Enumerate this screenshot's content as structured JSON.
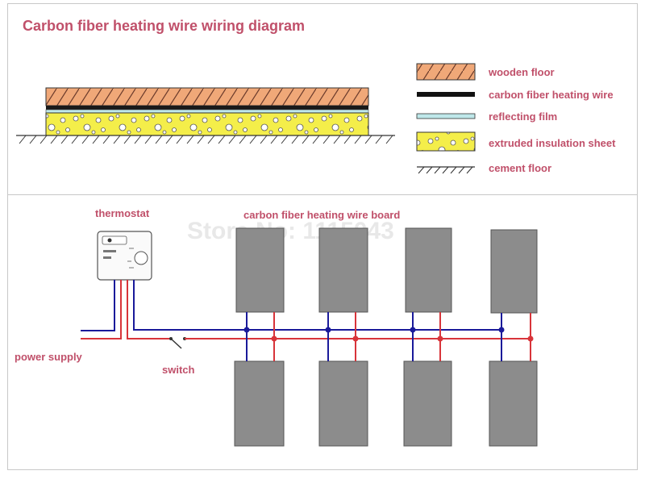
{
  "title": "Carbon fiber heating wire wiring diagram",
  "legend": [
    {
      "key": "wooden-floor",
      "label": "wooden floor"
    },
    {
      "key": "carbon-fiber-heating-wire",
      "label": "carbon fiber heating wire"
    },
    {
      "key": "reflecting-film",
      "label": "reflecting film"
    },
    {
      "key": "extruded-insulation-sheet",
      "label": "extruded insulation sheet"
    },
    {
      "key": "cement-floor",
      "label": "cement floor"
    }
  ],
  "labels": {
    "thermostat": "thermostat",
    "board": "carbon fiber heating wire board",
    "power_supply": "power supply",
    "switch": "switch"
  },
  "watermark": "Store No: 1115043",
  "colors": {
    "text": "#c0506a",
    "wood": "#f0a878",
    "insulation": "#f4ee4a",
    "film": "#bfe8ea",
    "board": "#8c8c8c",
    "wire_blue": "#1a1a9a",
    "wire_red": "#d8343a"
  }
}
